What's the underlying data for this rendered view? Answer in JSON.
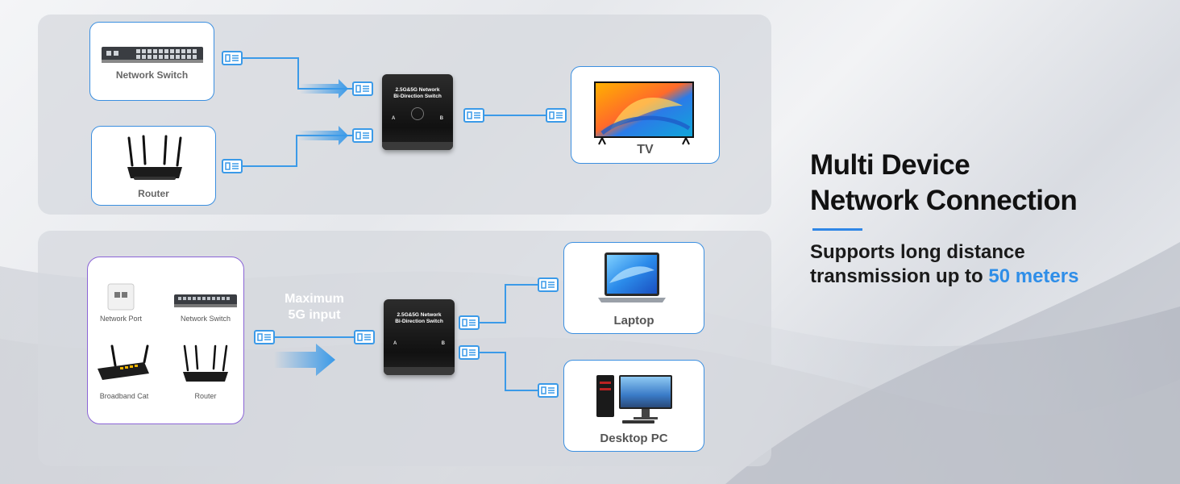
{
  "top_panel": {
    "switch_label": "Network Switch",
    "router_label": "Router",
    "device_line1": "2.5G&5G Network",
    "device_line2": "Bi-Direction Switch",
    "port_a": "A",
    "port_b": "B",
    "tv_label": "TV"
  },
  "bottom_panel": {
    "sources": {
      "network_port": "Network Port",
      "network_switch": "Network Switch",
      "broadband_cat": "Broadband Cat",
      "router": "Router"
    },
    "max_input_line1": "Maximum",
    "max_input_line2": "5G input",
    "device_line1": "2.5G&5G Network",
    "device_line2": "Bi-Direction Switch",
    "port_a": "A",
    "port_b": "B",
    "laptop_label": "Laptop",
    "desktop_label": "Desktop PC"
  },
  "headline": {
    "line1": "Multi Device",
    "line2": "Network Connection"
  },
  "subline": {
    "line1": "Supports long distance",
    "line2_prefix": "transmission up to ",
    "line2_highlight": "50 meters"
  },
  "colors": {
    "accent": "#2f8ee8",
    "cable": "#3b9ae8",
    "card_border": "#3b8fe0",
    "source_border": "#8a64d6"
  },
  "icons": [
    "rj45-connector-icon",
    "arrow-right-icon",
    "network-switch-icon",
    "router-icon",
    "tv-icon",
    "laptop-icon",
    "desktop-pc-icon",
    "wall-port-icon"
  ]
}
